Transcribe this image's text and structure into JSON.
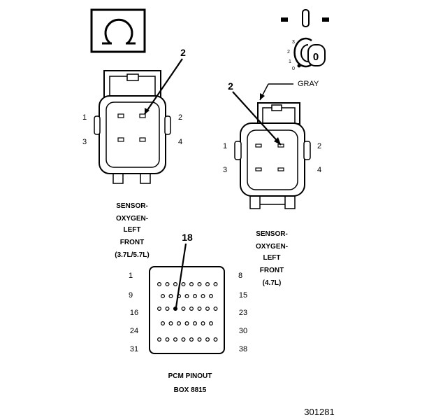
{
  "ohm_box": {
    "symbol": "Ω"
  },
  "key_switch": {
    "positions": [
      "3",
      "2",
      "1",
      "0"
    ],
    "key_label": "0"
  },
  "connector_left": {
    "callout": "2",
    "pins": [
      "1",
      "2",
      "3",
      "4"
    ],
    "caption": [
      "SENSOR-",
      "OXYGEN-",
      "LEFT",
      "FRONT",
      "(3.7L/5.7L)"
    ]
  },
  "connector_right": {
    "callout": "2",
    "color_label": "GRAY",
    "pins": [
      "1",
      "2",
      "3",
      "4"
    ],
    "caption": [
      "SENSOR-",
      "OXYGEN-",
      "LEFT",
      "FRONT",
      "(4.7L)"
    ]
  },
  "pcm": {
    "callout": "18",
    "row_left": [
      "1",
      "9",
      "16",
      "24",
      "31"
    ],
    "row_right": [
      "8",
      "15",
      "23",
      "30",
      "38"
    ],
    "caption": [
      "PCM PINOUT",
      "BOX 8815"
    ]
  },
  "figure_number": "301281"
}
